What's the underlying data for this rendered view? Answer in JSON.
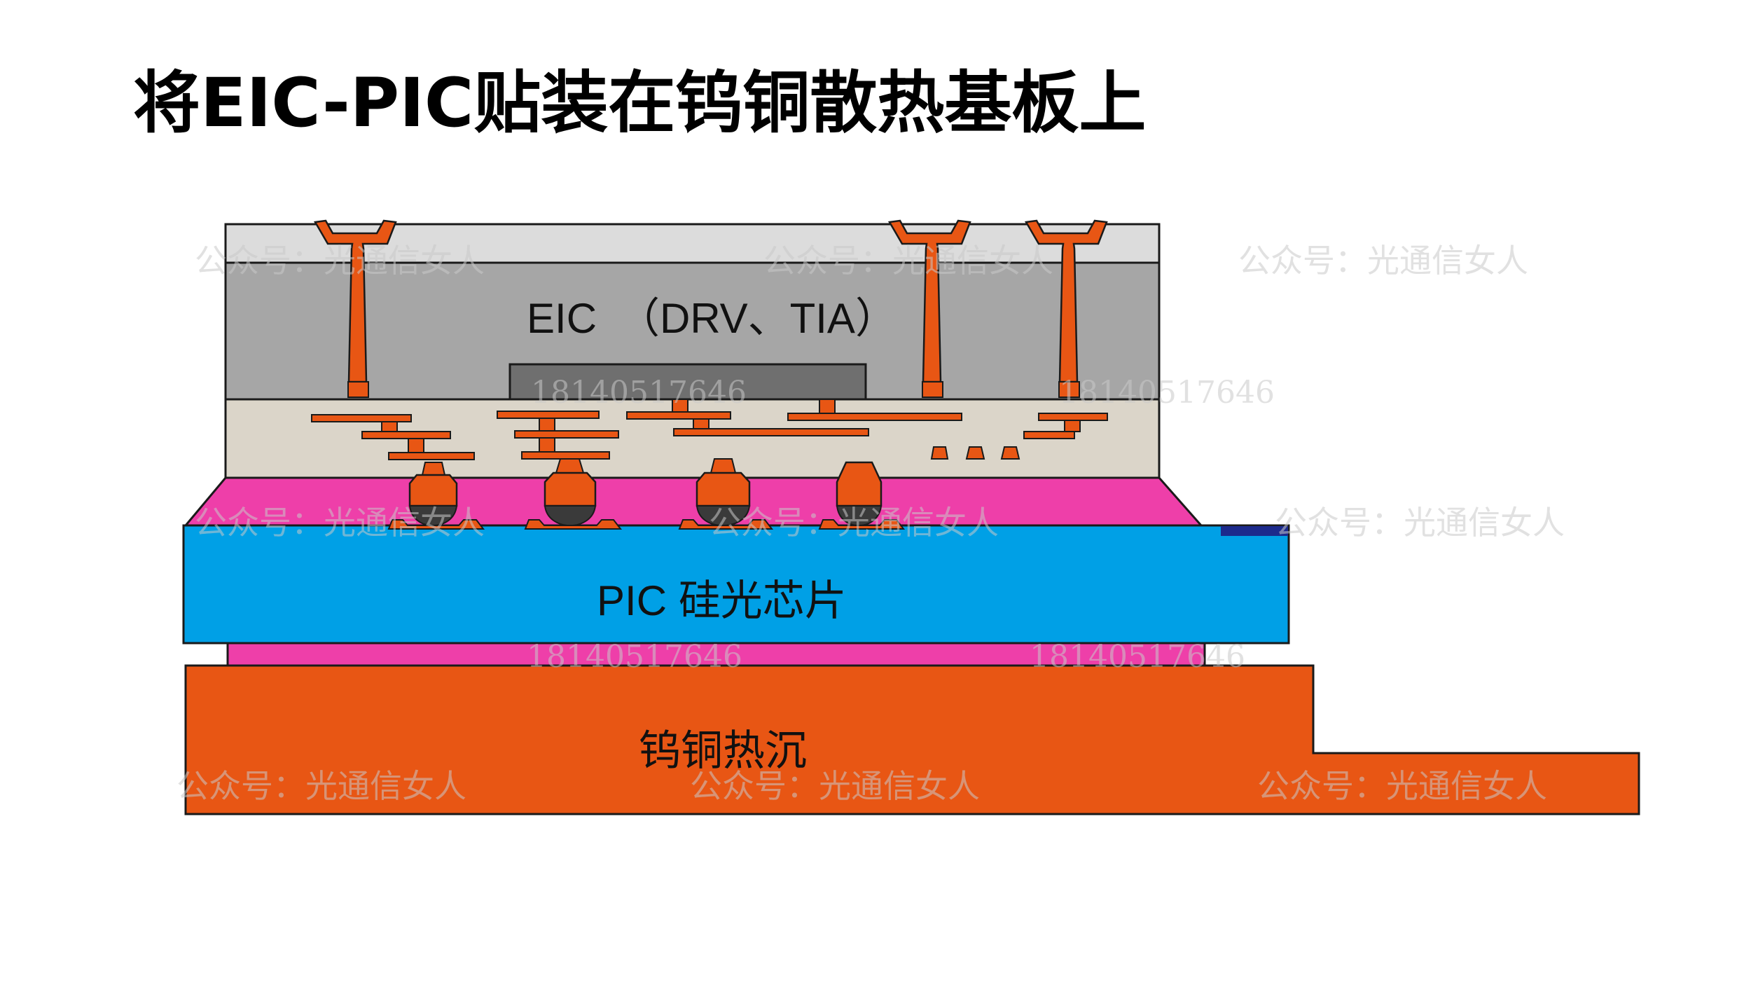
{
  "title": "将EIC-PIC贴装在钨铜散热基板上",
  "labels": {
    "eic": "EIC　（DRV、TIA）",
    "pic": "PIC 硅光芯片",
    "heatsink": "钨铜热沉"
  },
  "watermarks": {
    "account": "公众号：光通信女人",
    "phone": "18140517646"
  },
  "colors": {
    "eic_cap": "#dcdcdc",
    "eic_body": "#a6a6a6",
    "eic_inner_die": "#6f6f6f",
    "rdl_layer": "#dbd5c9",
    "underfill": "#ee3fa9",
    "pic": "#00a0e6",
    "heatsink": "#e85614",
    "copper": "#e85614",
    "solder": "#3a3a3a",
    "pic_edge_pad": "#1c2a8c",
    "outline": "#1a1a1a"
  }
}
